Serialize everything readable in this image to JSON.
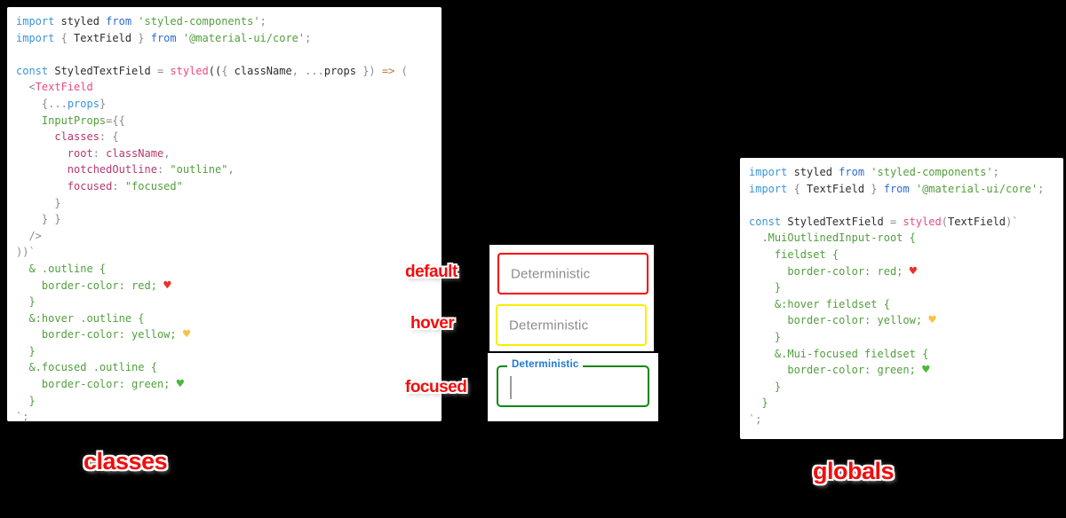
{
  "background": "#000000",
  "states": [
    {
      "label": "default",
      "field_text": "Deterministic",
      "border_color": "#f80505"
    },
    {
      "label": "hover",
      "field_text": "Deterministic",
      "border_color": "#f9ee00"
    },
    {
      "label": "focused",
      "field_text": "Deterministic",
      "border_color": "#0c870c"
    }
  ],
  "captions": {
    "left": "classes",
    "right": "globals"
  },
  "syntax_colors": {
    "keyword_light_blue": "#3d95d6",
    "keyword_royal_blue": "#2d6bd0",
    "plain": "#2e2e2e",
    "punctuation": "#8a8a8a",
    "green_string_css": "#519f3c",
    "pink_function": "#ec4a80",
    "crimson_key": "#b5386d",
    "arrow_orange": "#bf7634",
    "heart_red": "#ee2e24",
    "heart_yellow": "#f6c244",
    "heart_green": "#46bb36",
    "label_red": "#f20d0d",
    "focused_label_blue": "#1c79d8",
    "placeholder_grey": "#8c8c8c"
  },
  "code_classes": {
    "lines": [
      [
        {
          "t": "import ",
          "c": "k1"
        },
        {
          "t": "styled ",
          "c": "tx"
        },
        {
          "t": "from ",
          "c": "k2"
        },
        {
          "t": "'styled-components'",
          "c": "gr"
        },
        {
          "t": ";",
          "c": "pu"
        }
      ],
      [
        {
          "t": "import ",
          "c": "k1"
        },
        {
          "t": "{ ",
          "c": "pu"
        },
        {
          "t": "TextField ",
          "c": "tx"
        },
        {
          "t": "} ",
          "c": "pu"
        },
        {
          "t": "from ",
          "c": "k2"
        },
        {
          "t": "'@material-ui/core'",
          "c": "gr"
        },
        {
          "t": ";",
          "c": "pu"
        }
      ],
      [],
      [
        {
          "t": "const ",
          "c": "k1"
        },
        {
          "t": "StyledTextField ",
          "c": "tx"
        },
        {
          "t": "= ",
          "c": "pu"
        },
        {
          "t": "styled",
          "c": "pk"
        },
        {
          "t": "((",
          "c": "tx"
        },
        {
          "t": "{ ",
          "c": "pu"
        },
        {
          "t": "className",
          "c": "tx"
        },
        {
          "t": ", ",
          "c": "pu"
        },
        {
          "t": "...",
          "c": "pu"
        },
        {
          "t": "props ",
          "c": "tx"
        },
        {
          "t": "}) ",
          "c": "pu"
        },
        {
          "t": "=> ",
          "c": "ar"
        },
        {
          "t": "(",
          "c": "pu"
        }
      ],
      [
        {
          "t": "  <",
          "c": "pu"
        },
        {
          "t": "TextField",
          "c": "pk"
        }
      ],
      [
        {
          "t": "    {",
          "c": "pu"
        },
        {
          "t": "...",
          "c": "pu"
        },
        {
          "t": "props",
          "c": "k1"
        },
        {
          "t": "}",
          "c": "pu"
        }
      ],
      [
        {
          "t": "    InputProps",
          "c": "gr"
        },
        {
          "t": "={{",
          "c": "pu"
        }
      ],
      [
        {
          "t": "      classes",
          "c": "cr"
        },
        {
          "t": ": {",
          "c": "pu"
        }
      ],
      [
        {
          "t": "        root",
          "c": "cr"
        },
        {
          "t": ": ",
          "c": "pu"
        },
        {
          "t": "className",
          "c": "cr"
        },
        {
          "t": ",",
          "c": "pu"
        }
      ],
      [
        {
          "t": "        notchedOutline",
          "c": "cr"
        },
        {
          "t": ": ",
          "c": "pu"
        },
        {
          "t": "\"outline\"",
          "c": "gr"
        },
        {
          "t": ",",
          "c": "pu"
        }
      ],
      [
        {
          "t": "        focused",
          "c": "cr"
        },
        {
          "t": ": ",
          "c": "pu"
        },
        {
          "t": "\"focused\"",
          "c": "gr"
        }
      ],
      [
        {
          "t": "      }",
          "c": "pu"
        }
      ],
      [
        {
          "t": "    } }",
          "c": "pu"
        }
      ],
      [
        {
          "t": "  />",
          "c": "pu"
        }
      ],
      [
        {
          "t": "))`",
          "c": "pu"
        }
      ],
      [
        {
          "t": "  & .outline {",
          "c": "gr"
        }
      ],
      [
        {
          "t": "    border-color: red; ",
          "c": "gr"
        },
        {
          "t": "♥",
          "c": "hr",
          "n": "red-heart-icon"
        }
      ],
      [
        {
          "t": "  }",
          "c": "gr"
        }
      ],
      [
        {
          "t": "  &:hover .outline {",
          "c": "gr"
        }
      ],
      [
        {
          "t": "    border-color: yellow; ",
          "c": "gr"
        },
        {
          "t": "♥",
          "c": "hy",
          "n": "yellow-heart-icon"
        }
      ],
      [
        {
          "t": "  }",
          "c": "gr"
        }
      ],
      [
        {
          "t": "  &.focused .outline {",
          "c": "gr"
        }
      ],
      [
        {
          "t": "    border-color: green; ",
          "c": "gr"
        },
        {
          "t": "♥",
          "c": "hg",
          "n": "green-heart-icon"
        }
      ],
      [
        {
          "t": "  }",
          "c": "gr"
        }
      ],
      [
        {
          "t": "`;",
          "c": "pu"
        }
      ]
    ]
  },
  "code_globals": {
    "lines": [
      [
        {
          "t": "import ",
          "c": "k1"
        },
        {
          "t": "styled ",
          "c": "tx"
        },
        {
          "t": "from ",
          "c": "k2"
        },
        {
          "t": "'styled-components'",
          "c": "gr"
        },
        {
          "t": ";",
          "c": "pu"
        }
      ],
      [
        {
          "t": "import ",
          "c": "k1"
        },
        {
          "t": "{ ",
          "c": "pu"
        },
        {
          "t": "TextField ",
          "c": "tx"
        },
        {
          "t": "} ",
          "c": "pu"
        },
        {
          "t": "from ",
          "c": "k2"
        },
        {
          "t": "'@material-ui/core'",
          "c": "gr"
        },
        {
          "t": ";",
          "c": "pu"
        }
      ],
      [],
      [
        {
          "t": "const ",
          "c": "k1"
        },
        {
          "t": "StyledTextField ",
          "c": "tx"
        },
        {
          "t": "= ",
          "c": "pu"
        },
        {
          "t": "styled",
          "c": "pk"
        },
        {
          "t": "(",
          "c": "pu"
        },
        {
          "t": "TextField",
          "c": "tx"
        },
        {
          "t": ")`",
          "c": "pu"
        }
      ],
      [
        {
          "t": "  .MuiOutlinedInput-root {",
          "c": "gr"
        }
      ],
      [
        {
          "t": "    fieldset {",
          "c": "gr"
        }
      ],
      [
        {
          "t": "      border-color: red; ",
          "c": "gr"
        },
        {
          "t": "♥",
          "c": "hr",
          "n": "red-heart-icon"
        }
      ],
      [
        {
          "t": "    }",
          "c": "gr"
        }
      ],
      [
        {
          "t": "    &:hover fieldset {",
          "c": "gr"
        }
      ],
      [
        {
          "t": "      border-color: yellow; ",
          "c": "gr"
        },
        {
          "t": "♥",
          "c": "hy",
          "n": "yellow-heart-icon"
        }
      ],
      [
        {
          "t": "    }",
          "c": "gr"
        }
      ],
      [
        {
          "t": "    &.Mui-focused fieldset {",
          "c": "gr"
        }
      ],
      [
        {
          "t": "      border-color: green; ",
          "c": "gr"
        },
        {
          "t": "♥",
          "c": "hg",
          "n": "green-heart-icon"
        }
      ],
      [
        {
          "t": "    }",
          "c": "gr"
        }
      ],
      [
        {
          "t": "  }",
          "c": "gr"
        }
      ],
      [
        {
          "t": "`;",
          "c": "pu"
        }
      ]
    ]
  }
}
